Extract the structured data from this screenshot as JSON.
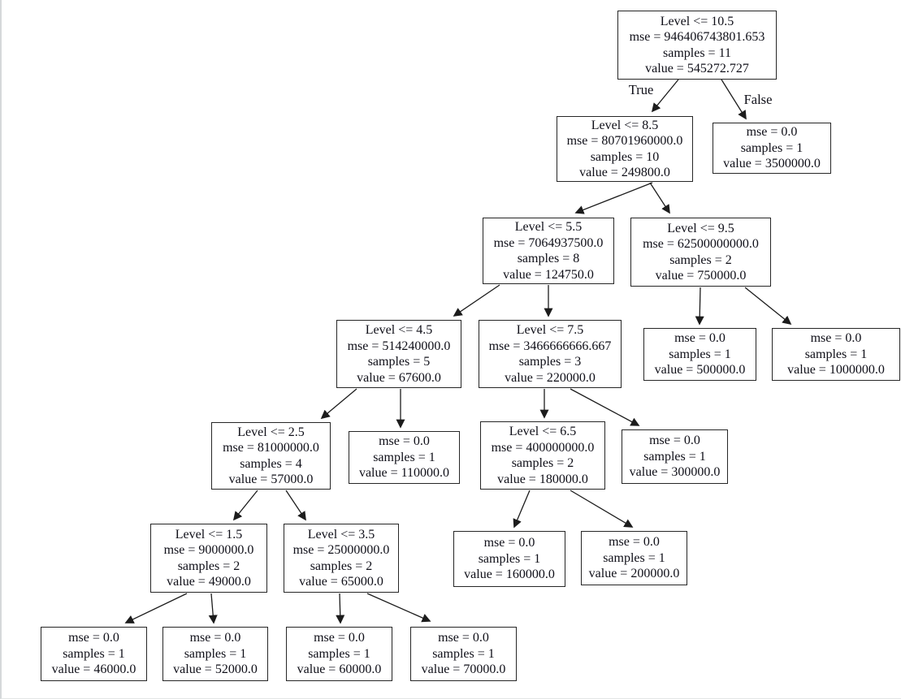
{
  "tree": {
    "feature_name": "Level",
    "edge_labels": {
      "true_label": "True",
      "false_label": "False"
    },
    "colors": {
      "background": "#ffffff",
      "node_border": "#262626",
      "edge": "#1c1c1c",
      "text": "#0f0f18"
    },
    "nodes": [
      {
        "id": "node-0",
        "lines": [
          "Level <= 10.5",
          "mse = 946406743801.653",
          "samples = 11",
          "value = 545272.727"
        ]
      },
      {
        "id": "node-1",
        "lines": [
          "Level <= 8.5",
          "mse = 80701960000.0",
          "samples = 10",
          "value = 249800.0"
        ]
      },
      {
        "id": "node-2",
        "lines": [
          "mse = 0.0",
          "samples = 1",
          "value = 3500000.0"
        ]
      },
      {
        "id": "node-3",
        "lines": [
          "Level <= 5.5",
          "mse = 7064937500.0",
          "samples = 8",
          "value = 124750.0"
        ]
      },
      {
        "id": "node-4",
        "lines": [
          "Level <= 9.5",
          "mse = 62500000000.0",
          "samples = 2",
          "value = 750000.0"
        ]
      },
      {
        "id": "node-5",
        "lines": [
          "Level <= 4.5",
          "mse = 514240000.0",
          "samples = 5",
          "value = 67600.0"
        ]
      },
      {
        "id": "node-6",
        "lines": [
          "Level <= 7.5",
          "mse = 3466666666.667",
          "samples = 3",
          "value = 220000.0"
        ]
      },
      {
        "id": "node-7",
        "lines": [
          "mse = 0.0",
          "samples = 1",
          "value = 500000.0"
        ]
      },
      {
        "id": "node-8",
        "lines": [
          "mse = 0.0",
          "samples = 1",
          "value = 1000000.0"
        ]
      },
      {
        "id": "node-9",
        "lines": [
          "Level <= 2.5",
          "mse = 81000000.0",
          "samples = 4",
          "value = 57000.0"
        ]
      },
      {
        "id": "node-10",
        "lines": [
          "mse = 0.0",
          "samples = 1",
          "value = 110000.0"
        ]
      },
      {
        "id": "node-11",
        "lines": [
          "Level <= 6.5",
          "mse = 400000000.0",
          "samples = 2",
          "value = 180000.0"
        ]
      },
      {
        "id": "node-12",
        "lines": [
          "mse = 0.0",
          "samples = 1",
          "value = 300000.0"
        ]
      },
      {
        "id": "node-13",
        "lines": [
          "Level <= 1.5",
          "mse = 9000000.0",
          "samples = 2",
          "value = 49000.0"
        ]
      },
      {
        "id": "node-14",
        "lines": [
          "Level <= 3.5",
          "mse = 25000000.0",
          "samples = 2",
          "value = 65000.0"
        ]
      },
      {
        "id": "node-15",
        "lines": [
          "mse = 0.0",
          "samples = 1",
          "value = 160000.0"
        ]
      },
      {
        "id": "node-16",
        "lines": [
          "mse = 0.0",
          "samples = 1",
          "value = 200000.0"
        ]
      },
      {
        "id": "node-17",
        "lines": [
          "mse = 0.0",
          "samples = 1",
          "value = 46000.0"
        ]
      },
      {
        "id": "node-18",
        "lines": [
          "mse = 0.0",
          "samples = 1",
          "value = 52000.0"
        ]
      },
      {
        "id": "node-19",
        "lines": [
          "mse = 0.0",
          "samples = 1",
          "value = 60000.0"
        ]
      },
      {
        "id": "node-20",
        "lines": [
          "mse = 0.0",
          "samples = 1",
          "value = 70000.0"
        ]
      }
    ],
    "edges": [
      {
        "from": 0,
        "to": 1,
        "label": "True"
      },
      {
        "from": 0,
        "to": 2,
        "label": "False"
      },
      {
        "from": 1,
        "to": 3
      },
      {
        "from": 1,
        "to": 4
      },
      {
        "from": 3,
        "to": 5
      },
      {
        "from": 3,
        "to": 6
      },
      {
        "from": 4,
        "to": 7
      },
      {
        "from": 4,
        "to": 8
      },
      {
        "from": 5,
        "to": 9
      },
      {
        "from": 5,
        "to": 10
      },
      {
        "from": 6,
        "to": 11
      },
      {
        "from": 6,
        "to": 12
      },
      {
        "from": 9,
        "to": 13
      },
      {
        "from": 9,
        "to": 14
      },
      {
        "from": 11,
        "to": 15
      },
      {
        "from": 11,
        "to": 16
      },
      {
        "from": 13,
        "to": 17
      },
      {
        "from": 13,
        "to": 18
      },
      {
        "from": 14,
        "to": 19
      },
      {
        "from": 14,
        "to": 20
      }
    ]
  }
}
